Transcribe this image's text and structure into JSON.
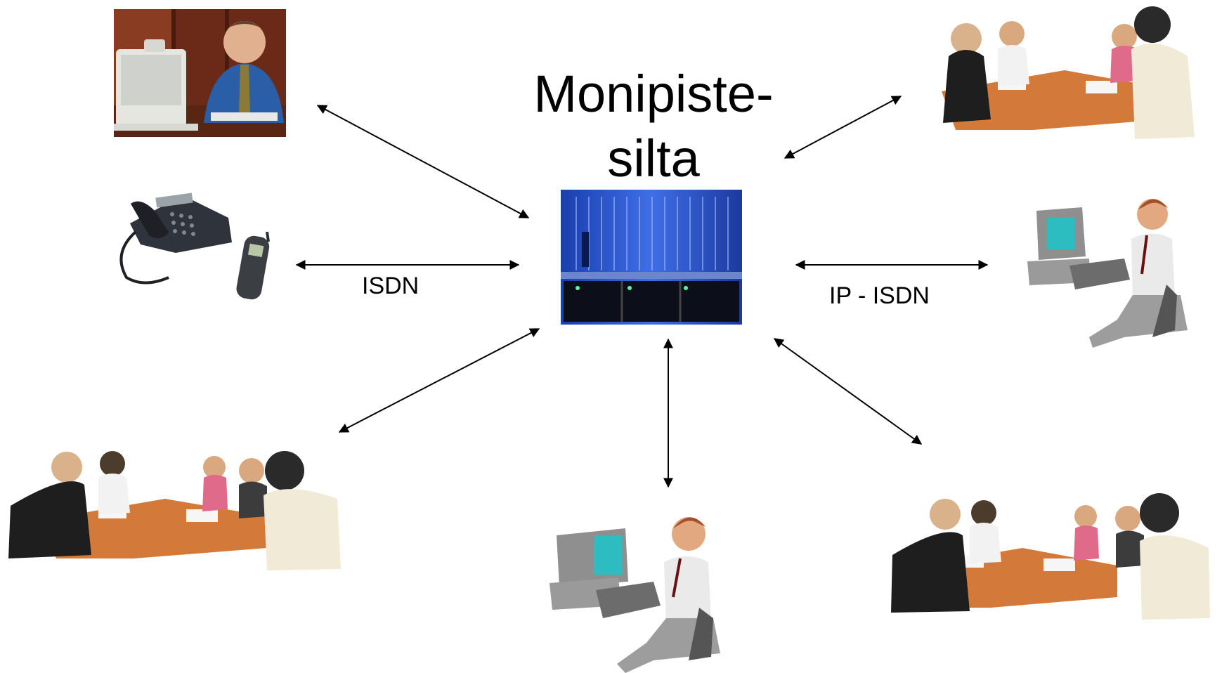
{
  "diagram": {
    "title_line1": "Monipiste-",
    "title_line2": "silta",
    "labels": {
      "isdn": "ISDN",
      "ip_isdn": "IP - ISDN"
    },
    "nodes": [
      "mcu-bridge",
      "desktop-video-user",
      "isdn-phone-and-mobile",
      "ip-workstation-user",
      "conference-room-top-right",
      "conference-room-bottom-left",
      "conference-room-bottom-right",
      "workstation-user-bottom"
    ]
  }
}
